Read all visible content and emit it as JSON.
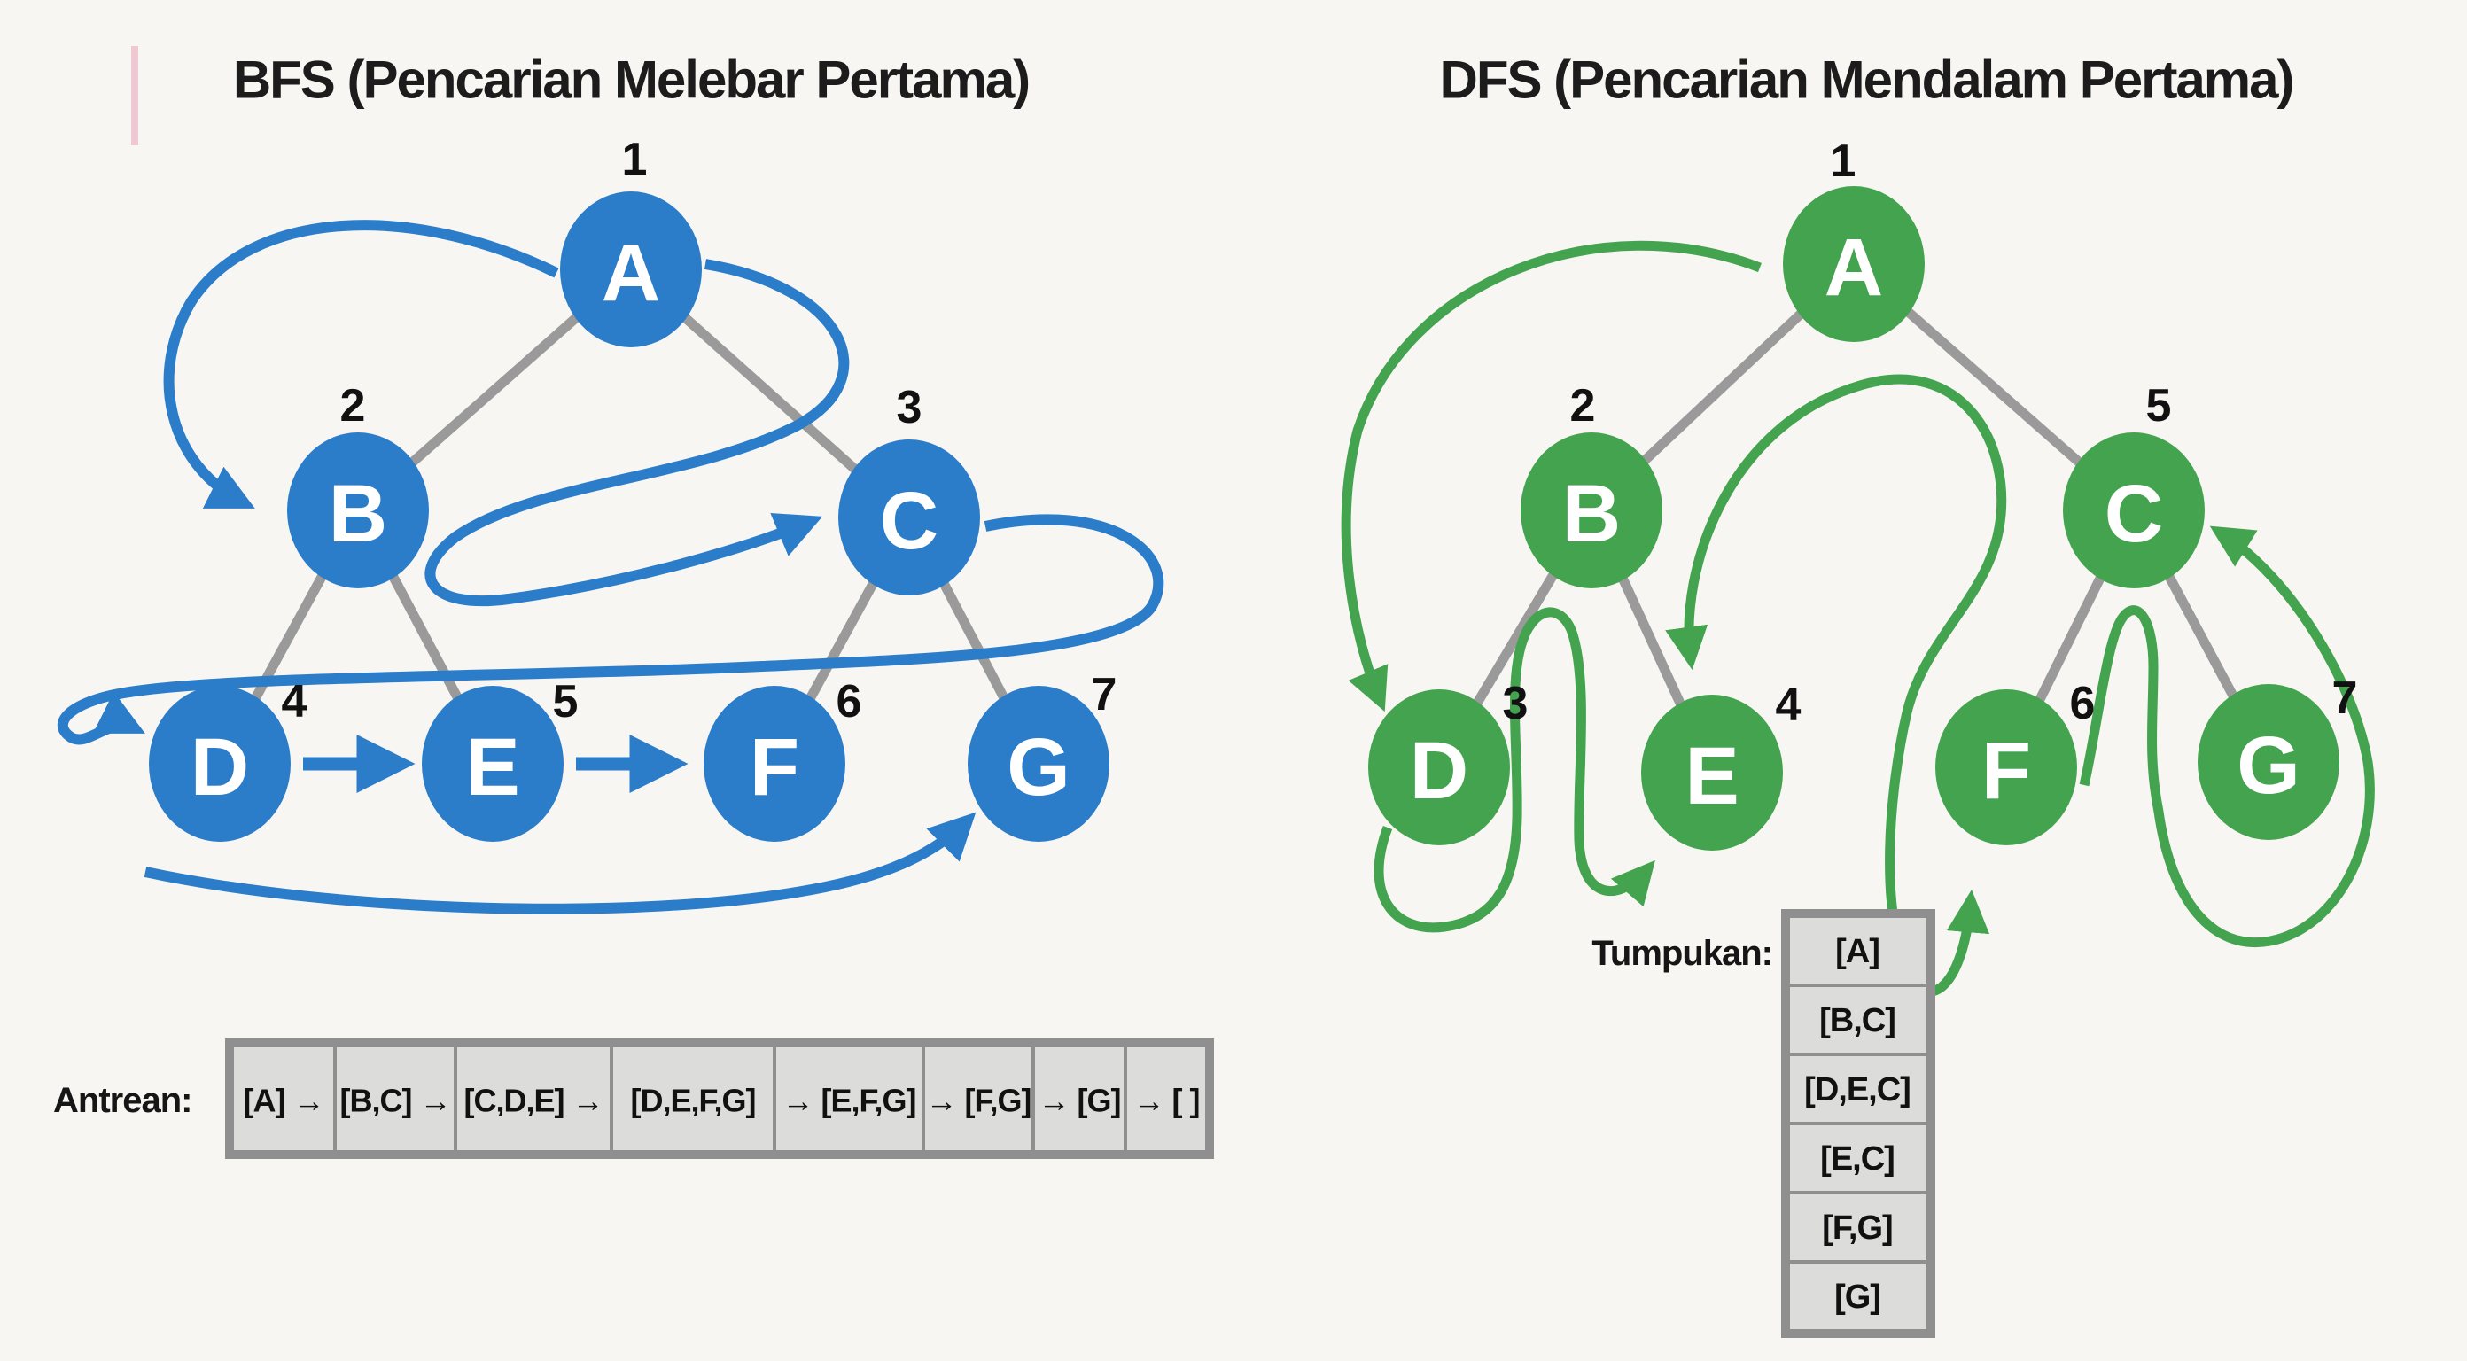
{
  "bfs": {
    "title": "BFS (Pencarian Melebar Pertama)",
    "color": "#2b7cc9",
    "nodes": [
      {
        "label": "A",
        "order": "1"
      },
      {
        "label": "B",
        "order": "2"
      },
      {
        "label": "C",
        "order": "3"
      },
      {
        "label": "D",
        "order": "4"
      },
      {
        "label": "E",
        "order": "5"
      },
      {
        "label": "F",
        "order": "6"
      },
      {
        "label": "G",
        "order": "7"
      }
    ],
    "queue": {
      "label": "Antrean:",
      "cells": [
        "[A] →",
        "[B,C] →",
        "[C,D,E] →",
        "[D,E,F,G]",
        "→ [E,F,G]",
        "→ [F,G]",
        "→ [G]",
        "→ [ ]"
      ]
    }
  },
  "dfs": {
    "title": "DFS (Pencarian Mendalam Pertama)",
    "color": "#44a34e",
    "nodes": [
      {
        "label": "A",
        "order": "1"
      },
      {
        "label": "B",
        "order": "2"
      },
      {
        "label": "C",
        "order": "5"
      },
      {
        "label": "D",
        "order": "3"
      },
      {
        "label": "E",
        "order": "4"
      },
      {
        "label": "F",
        "order": "6"
      },
      {
        "label": "G",
        "order": "7"
      }
    ],
    "stack": {
      "label": "Tumpukan:",
      "cells": [
        "[A]",
        "[B,C]",
        "[D,E,C]",
        "[E,C]",
        "[F,G]",
        "[G]"
      ]
    }
  }
}
